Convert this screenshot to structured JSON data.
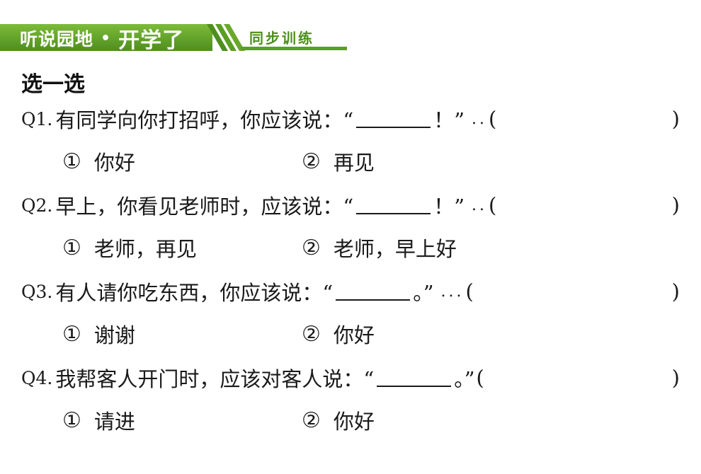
{
  "header": {
    "title": "听说园地",
    "separator": "•",
    "subtitle": "开学了",
    "tag": "同步训练",
    "accent": "#5a9e22"
  },
  "section_title": "选一选",
  "questions": [
    {
      "num": "Q1.",
      "before": "有同学向你打招呼，你应该说：“",
      "after": "！”",
      "dots": "..",
      "paren_open": "(",
      "paren_close": ")",
      "options": [
        {
          "mark": "①",
          "text": "你好"
        },
        {
          "mark": "②",
          "text": "再见"
        }
      ]
    },
    {
      "num": "Q2.",
      "before": "早上，你看见老师时，应该说：“",
      "after": "！”",
      "dots": "..",
      "paren_open": "(",
      "paren_close": ")",
      "options": [
        {
          "mark": "①",
          "text": "老师，再见"
        },
        {
          "mark": "②",
          "text": "老师，早上好"
        }
      ]
    },
    {
      "num": "Q3.",
      "before": "有人请你吃东西，你应该说：“",
      "after": "。”",
      "dots": "...",
      "paren_open": "(",
      "paren_close": ")",
      "options": [
        {
          "mark": "①",
          "text": "谢谢"
        },
        {
          "mark": "②",
          "text": "你好"
        }
      ]
    },
    {
      "num": "Q4.",
      "before": "我帮客人开门时，应该对客人说：“",
      "after": "。”",
      "dots": "",
      "paren_open": "(",
      "paren_close": ")",
      "options": [
        {
          "mark": "①",
          "text": "请进"
        },
        {
          "mark": "②",
          "text": "你好"
        }
      ]
    }
  ]
}
